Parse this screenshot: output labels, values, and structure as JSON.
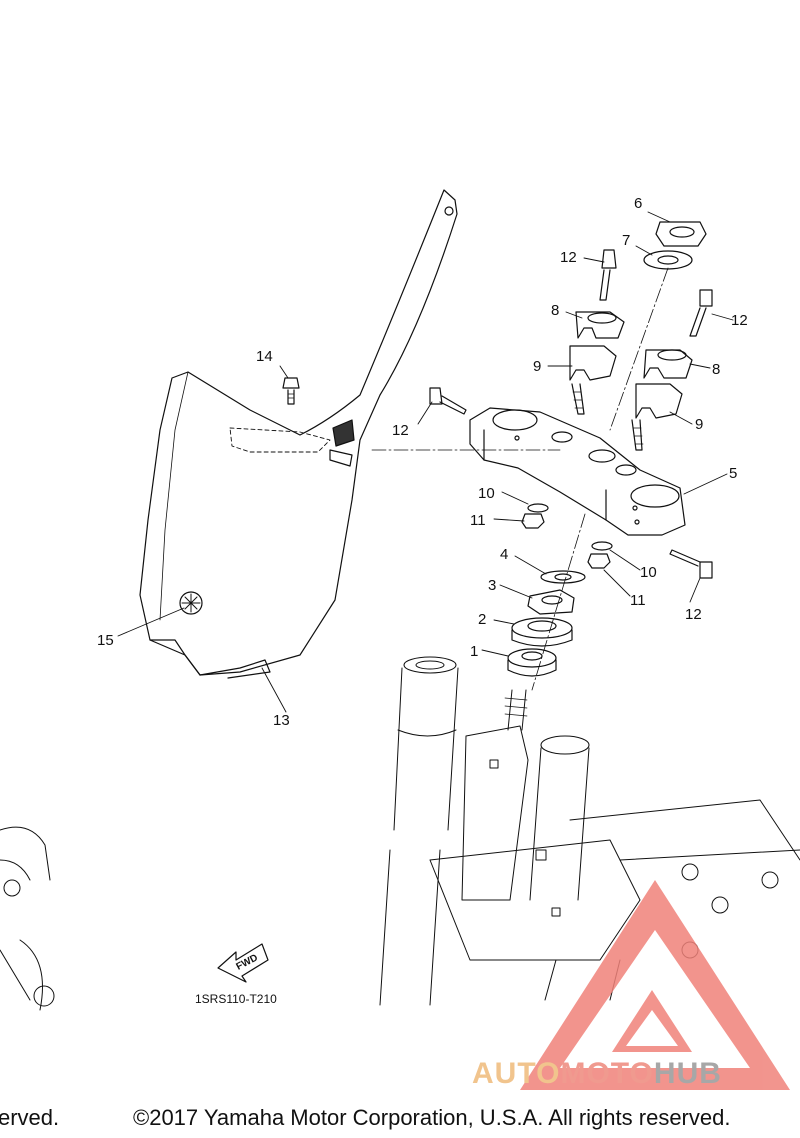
{
  "callouts": [
    {
      "id": "1",
      "label": "1"
    },
    {
      "id": "2",
      "label": "2"
    },
    {
      "id": "3",
      "label": "3"
    },
    {
      "id": "4",
      "label": "4"
    },
    {
      "id": "5",
      "label": "5"
    },
    {
      "id": "6",
      "label": "6"
    },
    {
      "id": "7",
      "label": "7"
    },
    {
      "id": "8a",
      "label": "8"
    },
    {
      "id": "8b",
      "label": "8"
    },
    {
      "id": "9a",
      "label": "9"
    },
    {
      "id": "9b",
      "label": "9"
    },
    {
      "id": "10a",
      "label": "10"
    },
    {
      "id": "10b",
      "label": "10"
    },
    {
      "id": "11a",
      "label": "11"
    },
    {
      "id": "11b",
      "label": "11"
    },
    {
      "id": "12a",
      "label": "12"
    },
    {
      "id": "12b",
      "label": "12"
    },
    {
      "id": "12c",
      "label": "12"
    },
    {
      "id": "12d",
      "label": "12"
    },
    {
      "id": "13",
      "label": "13"
    },
    {
      "id": "14",
      "label": "14"
    },
    {
      "id": "15",
      "label": "15"
    }
  ],
  "fwd_label": "FWD",
  "diagram_code": "1SRS110-T210",
  "copyright_left_fragment": "erved.",
  "copyright": "©2017 Yamaha Motor Corporation, U.S.A. All rights reserved.",
  "watermark": {
    "part1": "AUTO",
    "part2": "MOTO",
    "part3": "HUB"
  },
  "colors": {
    "watermark_red": "#f0827a",
    "watermark_orange": "#f1c48d",
    "watermark_gray": "#a7a7a7"
  }
}
